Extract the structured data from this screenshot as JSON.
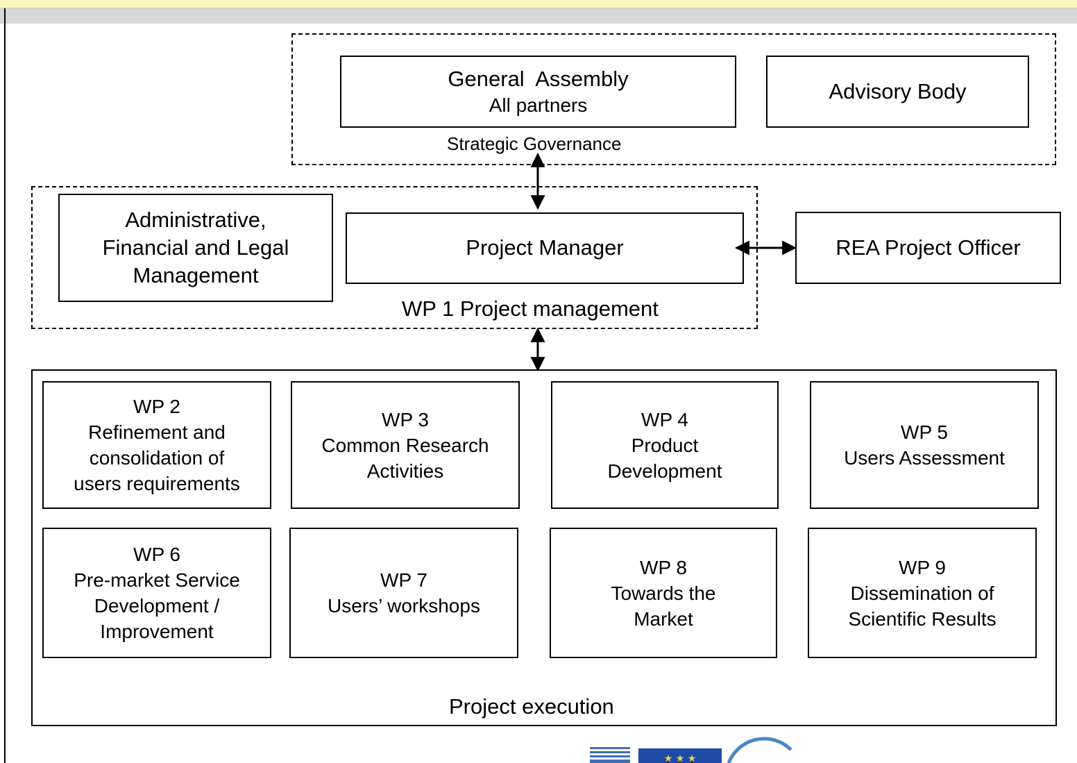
{
  "strategic": {
    "general_assembly": "General  Assembly",
    "all_partners": "All partners",
    "advisory_body": "Advisory Body",
    "label": "Strategic Governance"
  },
  "management": {
    "admin": [
      "Administrative,",
      "Financial and Legal",
      "Management"
    ],
    "project_manager": "Project Manager",
    "label": "WP 1 Project management",
    "rea_officer": "REA Project Officer"
  },
  "execution": {
    "label": "Project execution",
    "wps": [
      [
        "WP 2",
        "Refinement and",
        "consolidation of",
        "users requirements"
      ],
      [
        "WP 3",
        "Common Research",
        "Activities"
      ],
      [
        "WP 4",
        "Product",
        "Development"
      ],
      [
        "WP 5",
        "Users Assessment"
      ],
      [
        "WP 6",
        "Pre-market Service",
        "Development /",
        "Improvement"
      ],
      [
        "WP 7",
        "Users’ workshops"
      ],
      [
        "WP 8",
        "Towards the",
        "Market"
      ],
      [
        "WP 9",
        "Dissemination of",
        "Scientific Results"
      ]
    ]
  }
}
